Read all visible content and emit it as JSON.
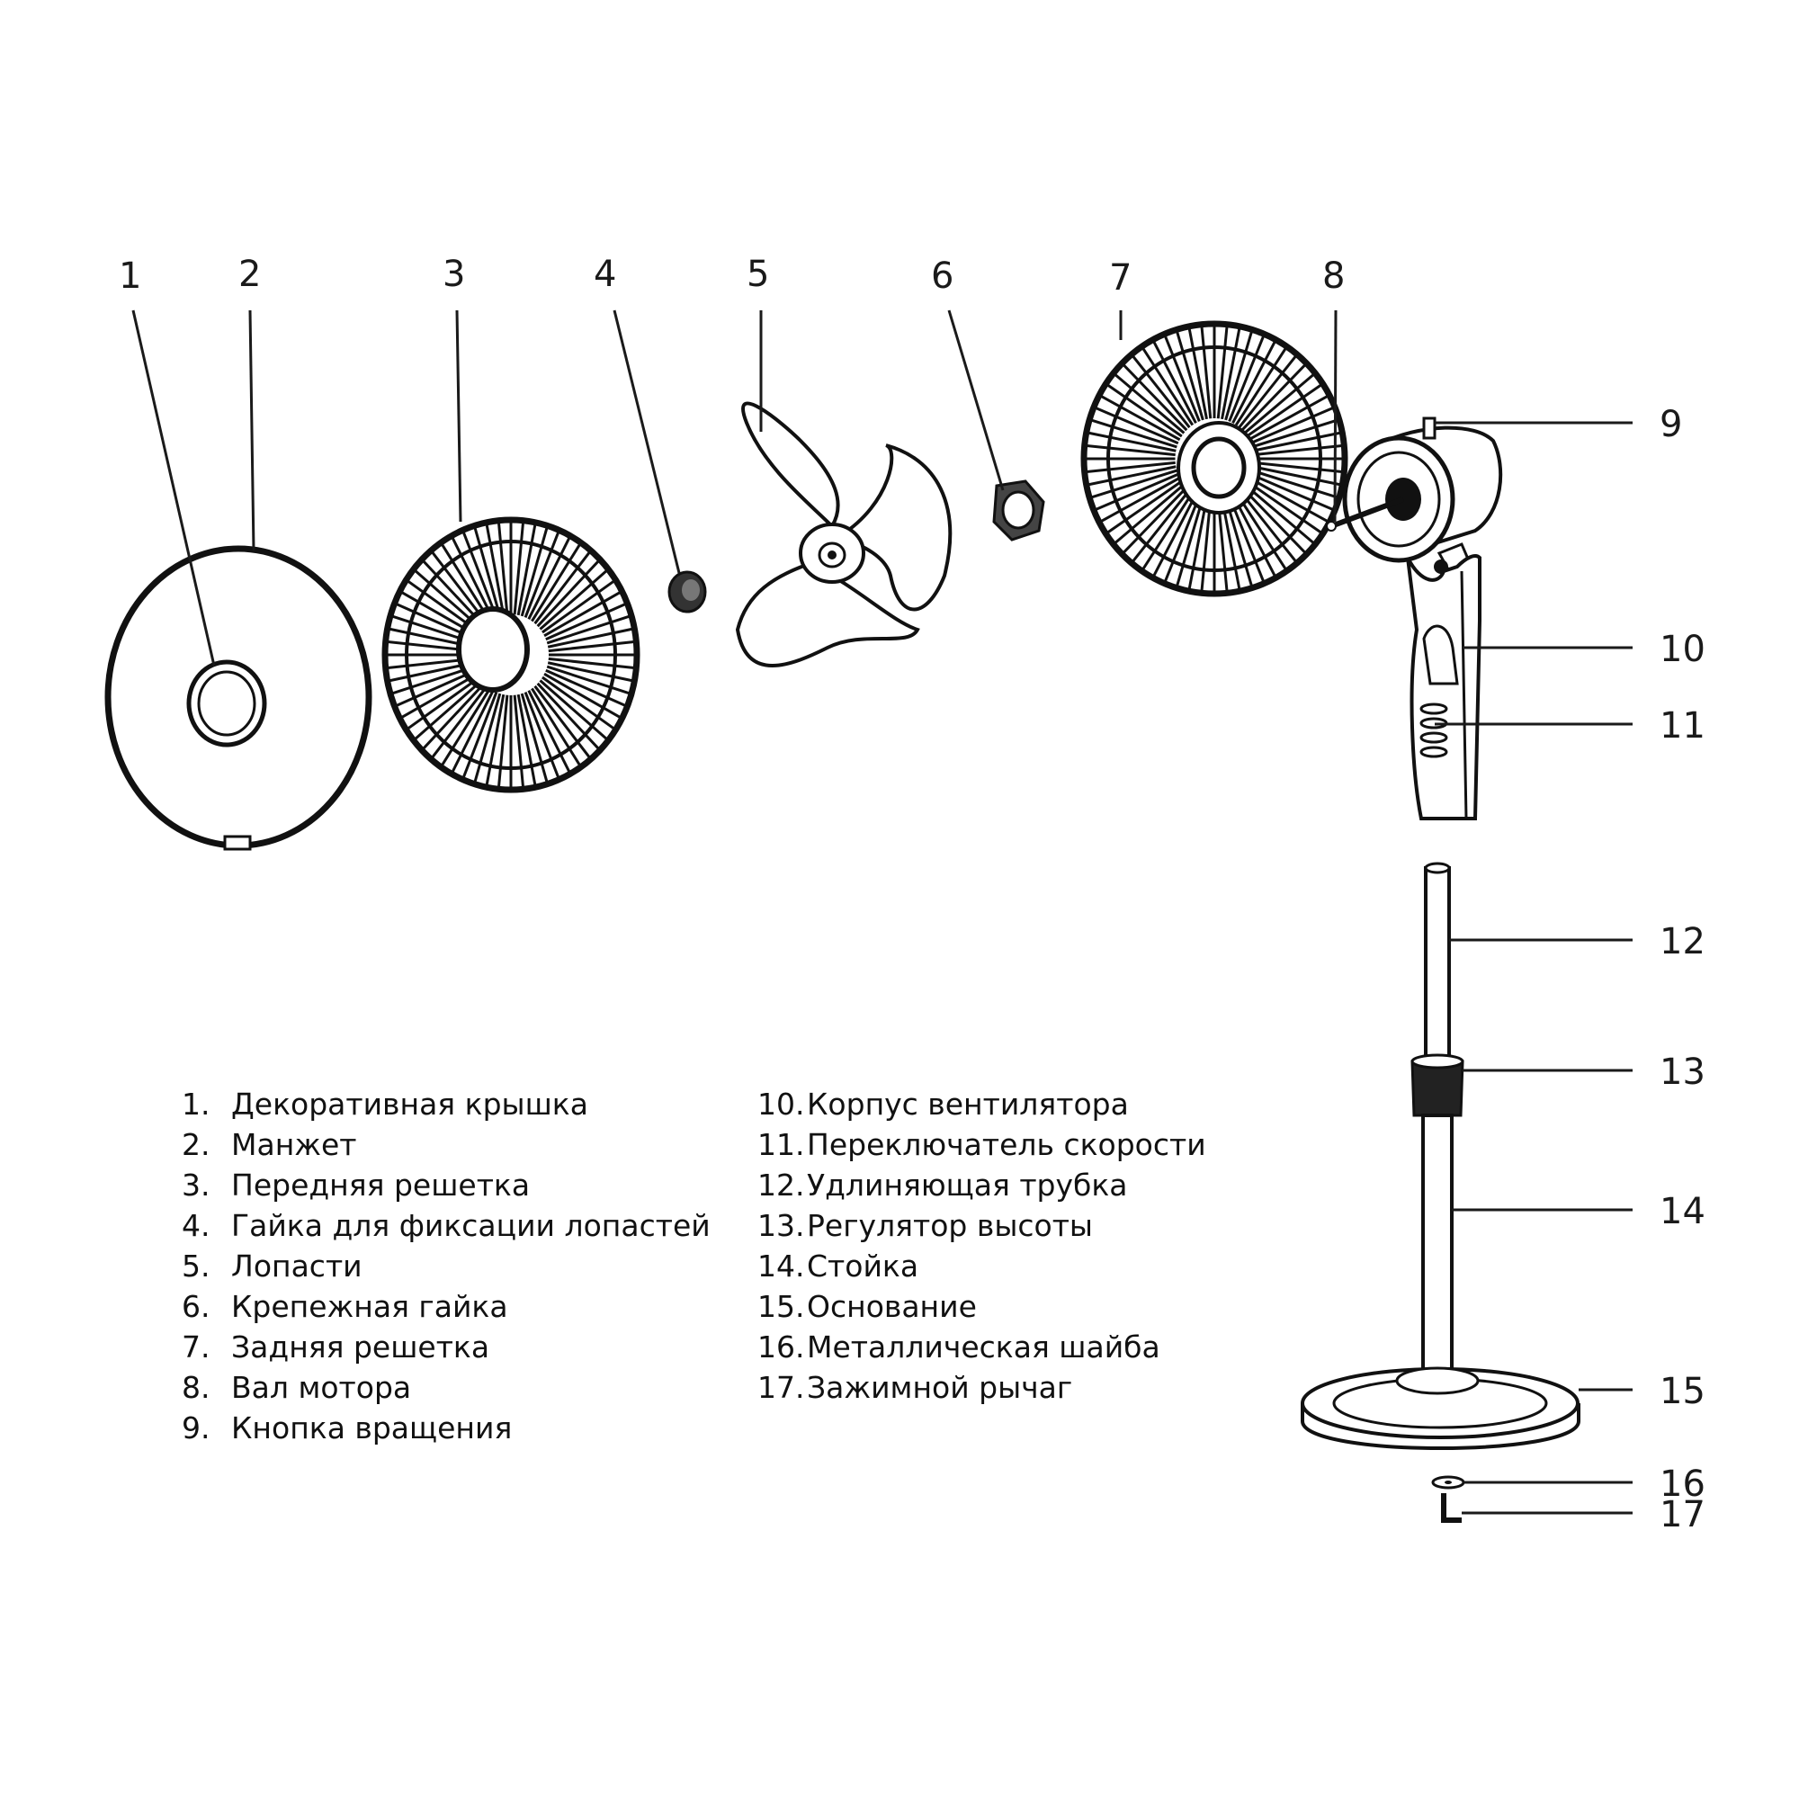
{
  "title": "Exploded view of stand fan",
  "callouts": [
    {
      "n": "1"
    },
    {
      "n": "2"
    },
    {
      "n": "3"
    },
    {
      "n": "4"
    },
    {
      "n": "5"
    },
    {
      "n": "6"
    },
    {
      "n": "7"
    },
    {
      "n": "8"
    },
    {
      "n": "9"
    },
    {
      "n": "10"
    },
    {
      "n": "11"
    },
    {
      "n": "12"
    },
    {
      "n": "13"
    },
    {
      "n": "14"
    },
    {
      "n": "15"
    },
    {
      "n": "16"
    },
    {
      "n": "17"
    }
  ],
  "legend": {
    "left": [
      {
        "num": "1.",
        "label": "Декоративная крышка"
      },
      {
        "num": "2.",
        "label": "Манжет"
      },
      {
        "num": "3.",
        "label": "Передняя решетка"
      },
      {
        "num": "4.",
        "label": "Гайка для фиксации лопастей"
      },
      {
        "num": "5.",
        "label": "Лопасти"
      },
      {
        "num": "6.",
        "label": "Крепежная гайка"
      },
      {
        "num": "7.",
        "label": "Задняя решетка"
      },
      {
        "num": "8.",
        "label": "Вал мотора"
      },
      {
        "num": "9.",
        "label": "Кнопка вращения"
      }
    ],
    "right": [
      {
        "num": "10.",
        "label": "Корпус вентилятора"
      },
      {
        "num": "11.",
        "label": "Переключатель скорости"
      },
      {
        "num": "12.",
        "label": "Удлиняющая трубка"
      },
      {
        "num": "13.",
        "label": "Регулятор высоты"
      },
      {
        "num": "14.",
        "label": "Стойка"
      },
      {
        "num": "15.",
        "label": "Основание"
      },
      {
        "num": "16.",
        "label": "Металлическая шайба"
      },
      {
        "num": "17.",
        "label": "Зажимной рычаг"
      }
    ]
  }
}
